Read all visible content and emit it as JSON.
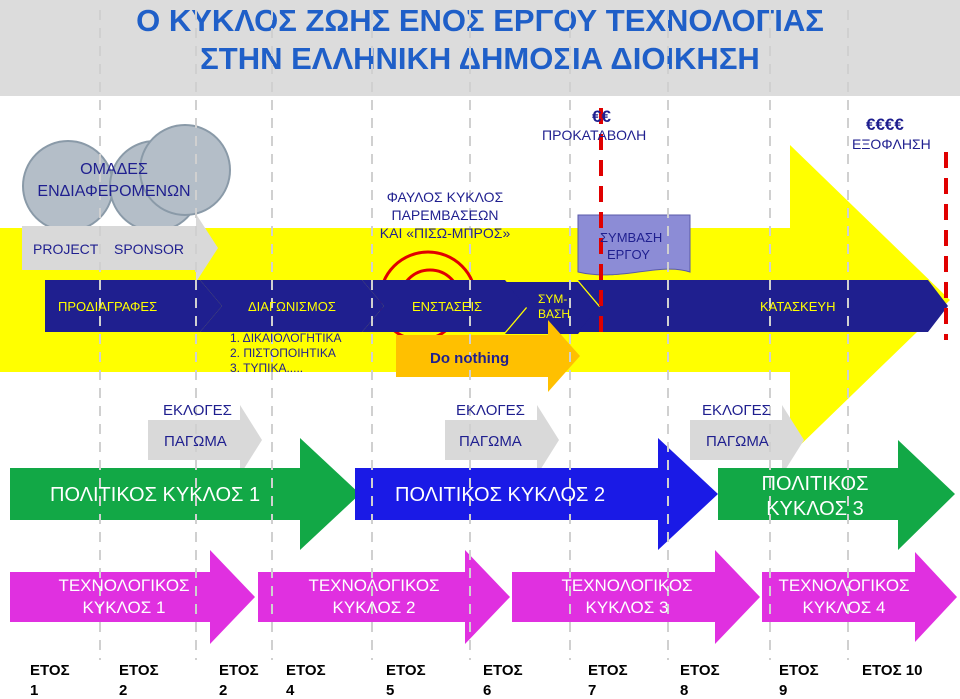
{
  "title": {
    "line1": "Ο ΚΥΚΛΟΣ ΖΩΗΣ ΕΝΟΣ ΕΡΓΟΥ ΤΕΧΝΟΛΟΓΙΑΣ",
    "line2": "ΣΤΗΝ ΕΛΛΗΝΙΚΗ ΔΗΜΟΣΙΑ ΔΙΟΙΚΗΣΗ"
  },
  "stakeholders": {
    "line1": "ΟΜΑΔΕΣ",
    "line2": "ΕΝΔΙΑΦΕΡΟΜΕΝΩΝ",
    "sponsor_a": "PROJECT",
    "sponsor_b": "SPONSOR"
  },
  "vicious_cycle": {
    "line1": "ΦΑΥΛΟΣ ΚΥΚΛΟΣ",
    "line2": "ΠΑΡΕΜΒΑΣΕΩΝ",
    "line3": "ΚΑΙ «ΠΙΣΩ-ΜΠΡΟΣ»"
  },
  "payments": {
    "advance_symbol": "€€",
    "advance_label": "ΠΡΟΚΑΤΑΒΟΛΗ",
    "final_symbol": "€€€€",
    "final_label": "ΕΞΟΦΛΗΣΗ",
    "contract_line1": "ΣΥΜΒΑΣΗ",
    "contract_line2": "ΕΡΓΟΥ"
  },
  "phases": {
    "specs": "ΠΡΟΔΙΑΓΡΑΦΕΣ",
    "tender": "ΔΙΑΓΩΝΙΣΜΟΣ",
    "objections": "ΕΝΣΤΑΣΕΙΣ",
    "contract_a": "ΣΥΜ-",
    "contract_b": "ΒΑΣΗ",
    "construction": "ΚΑΤΑΣΚΕΥΗ"
  },
  "tender_docs": {
    "item1": "1.  ΔΙΚΑΙΟΛΟΓΗΤΙΚΑ",
    "item2": "2.  ΠΙΣΤΟΠΟΙΗΤΙΚΑ",
    "item3": "3.  ΤΥΠΙΚΑ....."
  },
  "do_nothing": "Do nothing",
  "elections": [
    {
      "label": "ΕΚΛΟΓΕΣ",
      "freeze": "ΠΑΓΩΜΑ"
    },
    {
      "label": "ΕΚΛΟΓΕΣ",
      "freeze": "ΠΑΓΩΜΑ"
    },
    {
      "label": "ΕΚΛΟΓΕΣ",
      "freeze": "ΠΑΓΩΜΑ"
    }
  ],
  "political_cycles": [
    {
      "line1": "ΠΟΛΙΤΙΚΟΣ ΚΥΚΛΟΣ 1",
      "line2": ""
    },
    {
      "line1": "ΠΟΛΙΤΙΚΟΣ ΚΥΚΛΟΣ 2",
      "line2": ""
    },
    {
      "line1": "ΠΟΛΙΤΙΚΟΣ",
      "line2": "ΚΥΚΛΟΣ 3"
    }
  ],
  "tech_cycles": [
    {
      "line1": "ΤΕΧΝΟΛΟΓΙΚΟΣ",
      "line2": "ΚΥΚΛΟΣ 1"
    },
    {
      "line1": "ΤΕΧΝΟΛΟΓΙΚΟΣ",
      "line2": "ΚΥΚΛΟΣ 2"
    },
    {
      "line1": "ΤΕΧΝΟΛΟΓΙΚΟΣ",
      "line2": "ΚΥΚΛΟΣ 3"
    },
    {
      "line1": "ΤΕΧΝΟΛΟΓΙΚΟΣ",
      "line2": "ΚΥΚΛΟΣ 4"
    }
  ],
  "years": [
    {
      "word": "ΕΤΟΣ",
      "num": "1"
    },
    {
      "word": "ΕΤΟΣ",
      "num": "2"
    },
    {
      "word": "ΕΤΟΣ",
      "num": "2"
    },
    {
      "word": "ΕΤΟΣ",
      "num": "4"
    },
    {
      "word": "ΕΤΟΣ",
      "num": "5"
    },
    {
      "word": "ΕΤΟΣ",
      "num": "6"
    },
    {
      "word": "ΕΤΟΣ",
      "num": "7"
    },
    {
      "word": "ΕΤΟΣ",
      "num": "8"
    },
    {
      "word": "ΕΤΟΣ",
      "num": "9"
    },
    {
      "word": "ΕΤΟΣ 10",
      "num": ""
    }
  ],
  "colors": {
    "title_text": "#1f5fc8",
    "yellow": "#ffff00",
    "navy": "#1f1f8f",
    "green": "#12a846",
    "blue": "#1a1ae6",
    "magenta": "#e030e0",
    "red_dash": "#e00000",
    "grey_arrow": "#d9d9d9",
    "circle": "#b4bec8",
    "contract_box": "#8c8cd6"
  }
}
